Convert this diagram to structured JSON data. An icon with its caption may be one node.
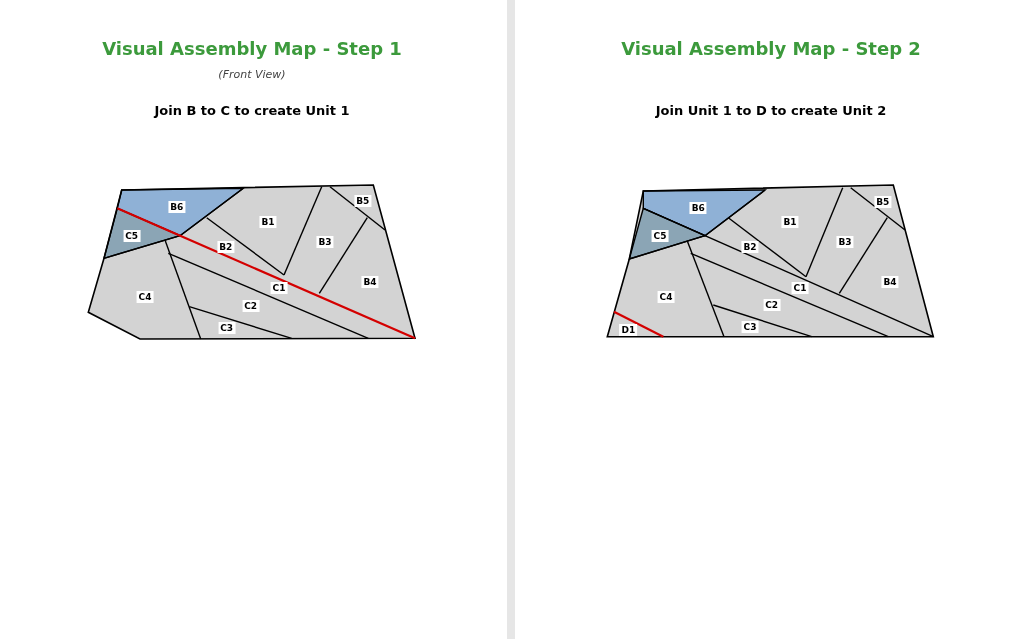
{
  "diagram": {
    "nodes": [
      {
        "text": [
          "B5"
        ]
      },
      {
        "text": [
          "B6"
        ]
      },
      {
        "text": [
          "B1"
        ]
      },
      {
        "text": [
          "C5"
        ]
      },
      {
        "text": [
          "B3"
        ]
      },
      {
        "text": [
          "B2"
        ]
      },
      {
        "text": [
          "B4"
        ]
      },
      {
        "text": [
          "C1"
        ]
      },
      {
        "text": [
          "C4"
        ]
      },
      {
        "text": [
          "C2"
        ]
      },
      {
        "text": [
          "C3"
        ]
      },
      {
        "text": [
          "B5"
        ]
      },
      {
        "text": [
          "B6"
        ]
      },
      {
        "text": [
          "B1"
        ]
      },
      {
        "text": [
          "C5"
        ]
      },
      {
        "text": [
          "B3"
        ]
      },
      {
        "text": [
          "B2"
        ]
      },
      {
        "text": [
          "B4"
        ]
      },
      {
        "text": [
          "C1"
        ]
      },
      {
        "text": [
          "C4"
        ]
      },
      {
        "text": [
          "C2"
        ]
      },
      {
        "text": [
          "C3"
        ]
      },
      {
        "text": [
          "D1"
        ]
      }
    ],
    "labels": [
      "Visual Assembly Map - Step 1",
      "(Front View)",
      "Join B to C to create Unit 1",
      "Visual Assembly Map - Step 2",
      "Join Unit 1 to D to create Unit 2"
    ]
  }
}
